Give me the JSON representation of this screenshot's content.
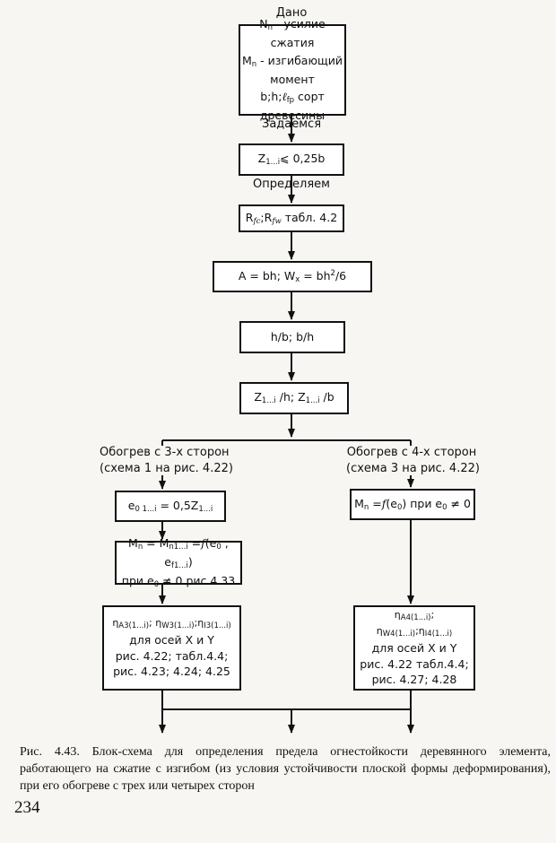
{
  "flowchart": {
    "label_given": "Дано",
    "box_given": {
      "line1_sym": "N",
      "line1_sub": "n",
      "line1_text": " - усилие сжатия",
      "line2_sym": "M",
      "line2_sub": "n",
      "line2_text": " - изгибающий момент",
      "line3_prefix": "b;h;",
      "line3_sym": "ℓ",
      "line3_sub": "fp",
      "line3_text": " сорт древесины"
    },
    "label_assume": "Задаемся",
    "box_z_limit": {
      "sym": "Z",
      "sub": "1...i",
      "text": "⩽ 0,25b"
    },
    "label_determine": "Определяем",
    "box_strength": {
      "r1": "R",
      "r1_sub": "fc",
      "sep": ";",
      "r2": "R",
      "r2_sub": "fw",
      "text": " табл. 4.2"
    },
    "box_area": {
      "text_a": "A = bh; W",
      "sub_x": "x",
      "text_b": " = bh",
      "sup_2": "2",
      "text_c": "/6"
    },
    "box_ratio": "h/b; b/h",
    "box_z_ratio": {
      "z1": "Z",
      "z1_sub": "1...i",
      "mid": " /h; Z",
      "z2_sub": "1...i",
      "end": " /b"
    },
    "left_branch": {
      "heading_line1": "Обогрев с 3-х сторон",
      "heading_line2": "(схема 1 на рис. 4.22)",
      "box_ecc": {
        "e": "e",
        "e_sub": "0 1...i",
        "mid": " = 0,5Z",
        "z_sub": "1...i"
      },
      "box_moment": {
        "m": "M",
        "m_sub": "n",
        "eq": " = M",
        "m2_sub": "n1...i",
        "eq2": " =",
        "f": "f",
        "args_a": "(e",
        "e0_sub": "0",
        "args_b": " ; e",
        "ei_sub": "f1...i",
        "args_c": ")",
        "line2_a": "при e",
        "line2_sub": "0",
        "line2_b": " ≠ 0 рис 4.33"
      },
      "box_coeff": {
        "eta1": "η",
        "eta1_sub": "A3(1...i)",
        "sep1": "; η",
        "eta2_sub": "W3(1...i)",
        "sep2": ";η",
        "eta3_sub": "I3(1...i)",
        "line2": "для осей X и Y",
        "line3": "рис. 4.22; табл.4.4;",
        "line4": "рис. 4.23; 4.24; 4.25"
      }
    },
    "right_branch": {
      "heading_line1": "Обогрев с 4-х сторон",
      "heading_line2": "(схема 3 на рис. 4.22)",
      "box_moment": {
        "m": "M",
        "m_sub": "n",
        "eq": " =",
        "f": "f",
        "args_a": "(e",
        "e0_sub": "0",
        "args_b": ") при e",
        "e0b_sub": "0",
        "tail": " ≠ 0"
      },
      "box_coeff": {
        "eta1": "η",
        "eta1_sub": "A4(1...i)",
        "sep1": "; η",
        "eta2_sub": "W4(1...i)",
        "sep2": ";η",
        "eta3_sub": "I4(1...i)",
        "line2": "для осей X и Y",
        "line3": "рис. 4.22 табл.4.4;",
        "line4": "рис. 4.27; 4.28"
      }
    }
  },
  "caption": "Рис. 4.43. Блок-схема для определения предела огнестойкости деревянного элемента, работающего на сжатие с изгибом (из условия устойчивости плоской формы деформирования), при его обогреве с трех или четырех сторон",
  "page_number": "234",
  "colors": {
    "ink": "#111111",
    "paper": "#f7f6f3",
    "box_fill": "#ffffff"
  }
}
